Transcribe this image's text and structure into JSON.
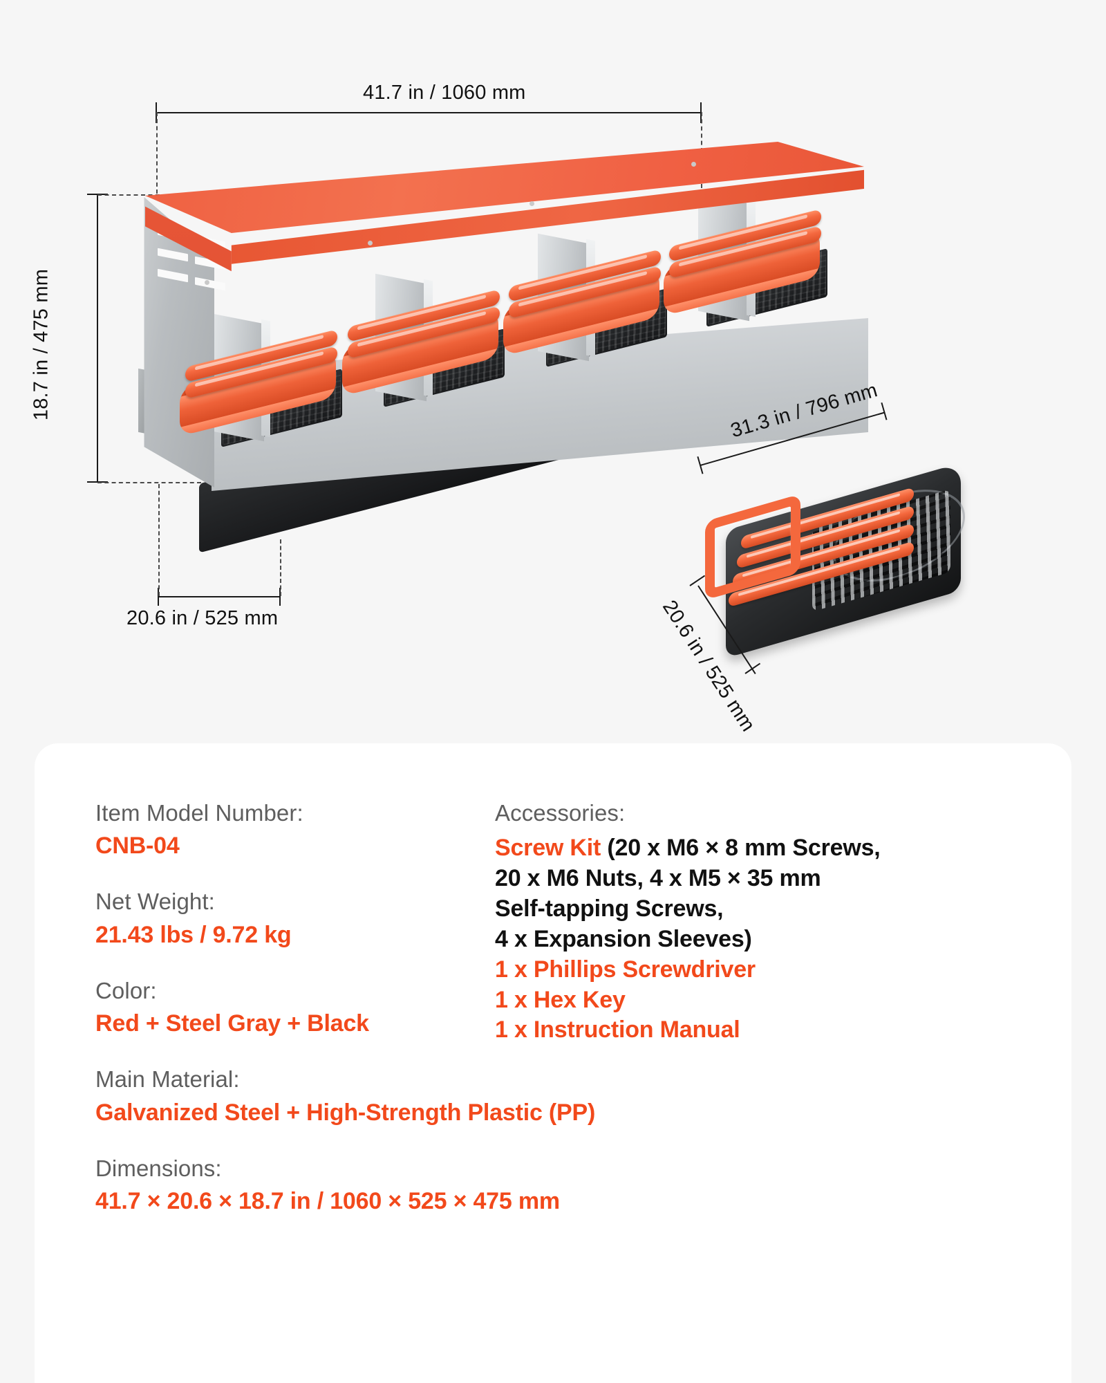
{
  "page": {
    "background_color": "#f6f6f6",
    "card_background": "#ffffff",
    "accent_color": "#f2491b",
    "product_orange": "#f0644a",
    "label_gray": "#5e5e5e",
    "body_black": "#111111"
  },
  "hero": {
    "dimensions": {
      "width_top": "41.7 in / 1060 mm",
      "height_left": "18.7 in / 475 mm",
      "depth_bottom": "20.6 in / 525 mm",
      "detail_length": "31.3 in / 796 mm",
      "detail_depth": "20.6 in / 525 mm"
    },
    "product": {
      "name": "4-hole roll-out chicken nesting box",
      "roof": "orange sloped galvanized roof",
      "body": "galvanized steel body with ventilation slots",
      "trays": "black plastic egg trays with orange roll-out perch rails"
    },
    "detail_part": {
      "name": "single roll-out nest tray with orange grate and handle"
    }
  },
  "spec": {
    "left": [
      {
        "label": "Item Model Number:",
        "value": "CNB-04"
      },
      {
        "label": "Net Weight:",
        "value": "21.43 lbs / 9.72 kg"
      },
      {
        "label": "Color:",
        "value": "Red + Steel Gray + Black"
      },
      {
        "label": "Main Material:",
        "value": "Galvanized Steel + High-Strength Plastic (PP)"
      },
      {
        "label": "Dimensions:",
        "value": "41.7 × 20.6 × 18.7 in / 1060 × 525 × 475 mm"
      }
    ],
    "right": {
      "label": "Accessories:",
      "kit_name": "Screw Kit",
      "kit_rest": " (20 x M6 × 8 mm Screws,",
      "lines_black": [
        "20 x M6 Nuts, 4 x M5 × 35 mm",
        "Self-tapping Screws,",
        "4 x Expansion Sleeves)"
      ],
      "lines_orange": [
        "1 x Phillips Screwdriver",
        "1 x Hex Key",
        "1 x Instruction Manual"
      ]
    }
  }
}
